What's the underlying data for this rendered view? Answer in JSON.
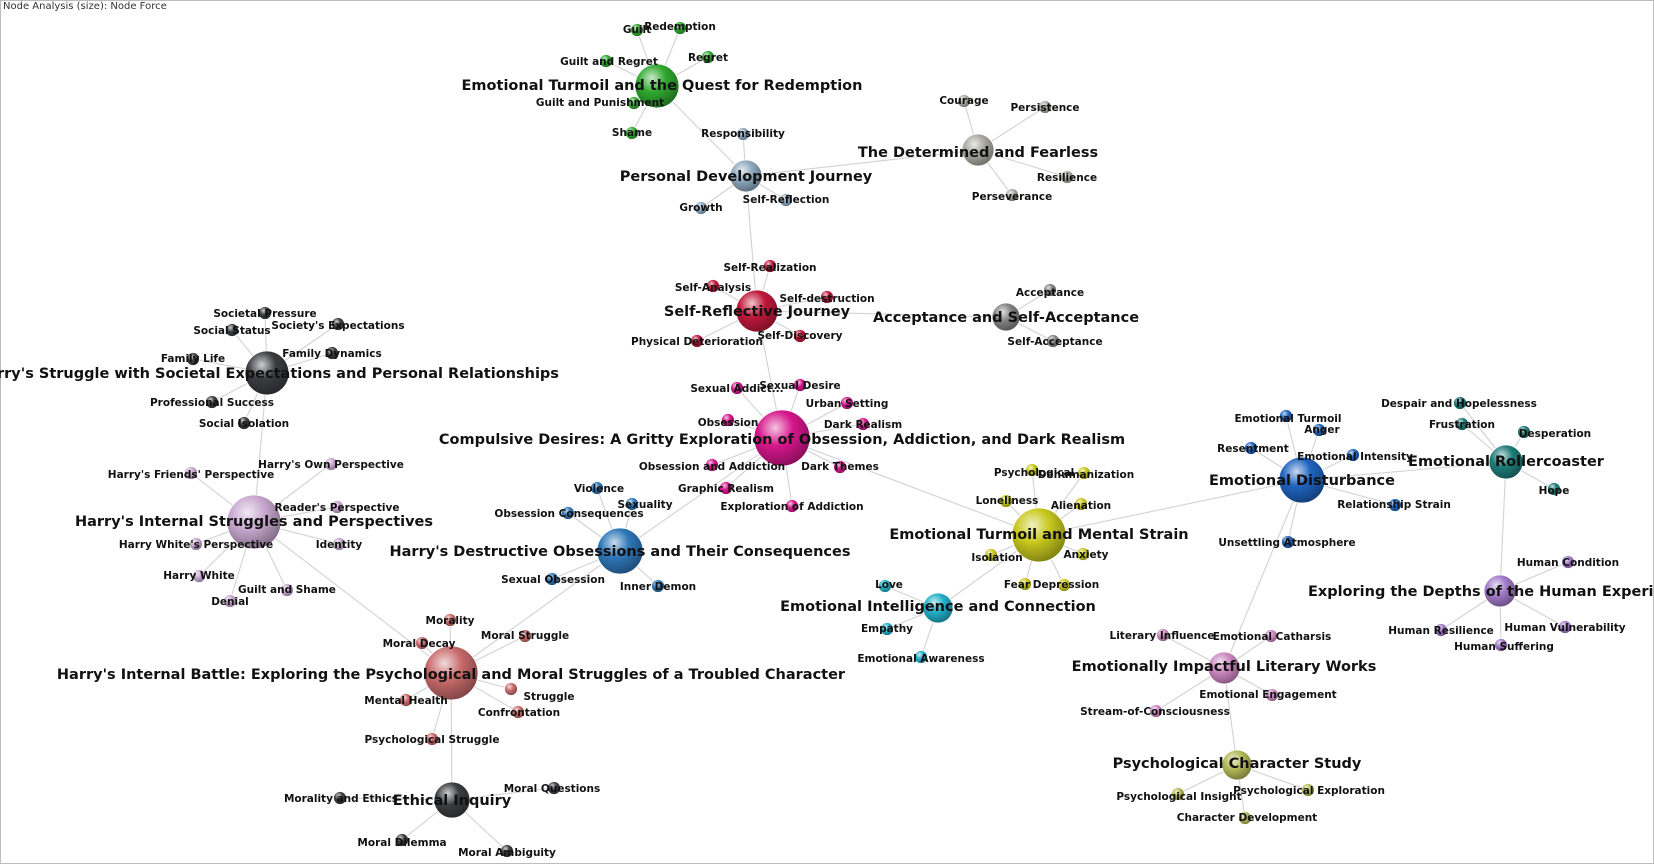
{
  "window": {
    "title": "Node Analysis (size): Node Force"
  },
  "colors": {
    "green": "#2fa82f",
    "slate": "#8fa9bf",
    "grey": "#aaaaa2",
    "crimson": "#c0183a",
    "darkgrey": "#838383",
    "magenta": "#d6168c",
    "charcoal": "#3b3d40",
    "lilac": "#c8a8cf",
    "blue": "#2f77b8",
    "rose": "#c86a6a",
    "yellow": "#c8c81e",
    "cyan": "#22b0c8",
    "royal": "#1e63bf",
    "teal": "#1e7c78",
    "purple": "#a27ac8",
    "pink": "#cc88c0",
    "olive": "#b4ba58",
    "edge": "#d2d2d2"
  },
  "hubs": [
    {
      "label": "Emotional Turmoil and the Quest for Redemption",
      "color": "green"
    },
    {
      "label": "Personal Development Journey",
      "color": "slate"
    },
    {
      "label": "The Determined and Fearless",
      "color": "grey"
    },
    {
      "label": "Self-Reflective Journey",
      "color": "crimson"
    },
    {
      "label": "Acceptance and Self-Acceptance",
      "color": "darkgrey"
    },
    {
      "label": "Compulsive Desires: A Gritty Exploration of Obsession, Addiction, and Dark Realism",
      "color": "magenta"
    },
    {
      "label": "Harry's Struggle with Societal Expectations and Personal Relationships",
      "color": "charcoal"
    },
    {
      "label": "Harry's Internal Struggles and Perspectives",
      "color": "lilac"
    },
    {
      "label": "Harry's Destructive Obsessions and Their Consequences",
      "color": "blue"
    },
    {
      "label": "Harry's Internal Battle: Exploring the Psychological and Moral Struggles of a Troubled Character",
      "color": "rose"
    },
    {
      "label": "Ethical Inquiry",
      "color": "charcoal"
    },
    {
      "label": "Emotional Turmoil and Mental Strain",
      "color": "yellow"
    },
    {
      "label": "Emotional Intelligence and Connection",
      "color": "cyan"
    },
    {
      "label": "Emotional Disturbance",
      "color": "royal"
    },
    {
      "label": "Emotional Rollercoaster",
      "color": "teal"
    },
    {
      "label": "Exploring the Depths of the Human Experience",
      "color": "purple"
    },
    {
      "label": "Emotionally Impactful Literary Works",
      "color": "pink"
    },
    {
      "label": "Psychological Character Study",
      "color": "olive"
    }
  ],
  "leaves": [
    {
      "label": "Guilt",
      "hub": 0
    },
    {
      "label": "Redemption",
      "hub": 0
    },
    {
      "label": "Guilt and Regret",
      "hub": 0
    },
    {
      "label": "Regret",
      "hub": 0
    },
    {
      "label": "Guilt and Punishment",
      "hub": 0
    },
    {
      "label": "Shame",
      "hub": 0
    },
    {
      "label": "Responsibility",
      "hub": 1
    },
    {
      "label": "Growth",
      "hub": 1
    },
    {
      "label": "Self-Reflection",
      "hub": 1
    },
    {
      "label": "Courage",
      "hub": 2
    },
    {
      "label": "Persistence",
      "hub": 2
    },
    {
      "label": "Resilience",
      "hub": 2
    },
    {
      "label": "Perseverance",
      "hub": 2
    },
    {
      "label": "Self-Realization",
      "hub": 3
    },
    {
      "label": "Self-Analysis",
      "hub": 3
    },
    {
      "label": "Self-destruction",
      "hub": 3
    },
    {
      "label": "Physical Deterioration",
      "hub": 3
    },
    {
      "label": "Self-Discovery",
      "hub": 3
    },
    {
      "label": "Acceptance",
      "hub": 4
    },
    {
      "label": "Self-Acceptance",
      "hub": 4
    },
    {
      "label": "Sexual Addict...",
      "hub": 5
    },
    {
      "label": "Sexual Desire",
      "hub": 5
    },
    {
      "label": "Urban Setting",
      "hub": 5
    },
    {
      "label": "Obsession",
      "hub": 5
    },
    {
      "label": "Dark Realism",
      "hub": 5
    },
    {
      "label": "Obsession and Addiction",
      "hub": 5
    },
    {
      "label": "Dark Themes",
      "hub": 5
    },
    {
      "label": "Graphic Realism",
      "hub": 5
    },
    {
      "label": "Exploration of Addiction",
      "hub": 5
    },
    {
      "label": "Societal Pressure",
      "hub": 6
    },
    {
      "label": "Society's Expectations",
      "hub": 6
    },
    {
      "label": "Social Status",
      "hub": 6
    },
    {
      "label": "Family Life",
      "hub": 6
    },
    {
      "label": "Family Dynamics",
      "hub": 6
    },
    {
      "label": "Professional Success",
      "hub": 6
    },
    {
      "label": "Social Isolation",
      "hub": 6
    },
    {
      "label": "Harry's Own Perspective",
      "hub": 7
    },
    {
      "label": "Harry's Friends' Perspective",
      "hub": 7
    },
    {
      "label": "Reader's Perspective",
      "hub": 7
    },
    {
      "label": "Harry White's Perspective",
      "hub": 7
    },
    {
      "label": "Identity",
      "hub": 7
    },
    {
      "label": "Harry White",
      "hub": 7
    },
    {
      "label": "Guilt and Shame",
      "hub": 7
    },
    {
      "label": "Denial",
      "hub": 7
    },
    {
      "label": "Violence",
      "hub": 8
    },
    {
      "label": "Sexuality",
      "hub": 8
    },
    {
      "label": "Obsession Consequences",
      "hub": 8
    },
    {
      "label": "Sexual Obsession",
      "hub": 8
    },
    {
      "label": "Inner Demon",
      "hub": 8
    },
    {
      "label": "Morality",
      "hub": 9
    },
    {
      "label": "Moral Decay",
      "hub": 9
    },
    {
      "label": "Moral Struggle",
      "hub": 9
    },
    {
      "label": "Mental Health",
      "hub": 9
    },
    {
      "label": "Struggle",
      "hub": 9
    },
    {
      "label": "Confrontation",
      "hub": 9
    },
    {
      "label": "Psychological Struggle",
      "hub": 9
    },
    {
      "label": "Morality and Ethics",
      "hub": 10
    },
    {
      "label": "Moral Questions",
      "hub": 10
    },
    {
      "label": "Moral Dilemma",
      "hub": 10
    },
    {
      "label": "Moral Ambiguity",
      "hub": 10
    },
    {
      "label": "Psychological",
      "hub": 11
    },
    {
      "label": "Dehumanization",
      "hub": 11
    },
    {
      "label": "Loneliness",
      "hub": 11
    },
    {
      "label": "Alienation",
      "hub": 11
    },
    {
      "label": "Isolation",
      "hub": 11
    },
    {
      "label": "Anxiety",
      "hub": 11
    },
    {
      "label": "Fear",
      "hub": 11
    },
    {
      "label": "Depression",
      "hub": 11
    },
    {
      "label": "Love",
      "hub": 12
    },
    {
      "label": "Empathy",
      "hub": 12
    },
    {
      "label": "Emotional Awareness",
      "hub": 12
    },
    {
      "label": "Emotional Turmoil",
      "hub": 13
    },
    {
      "label": "Anger",
      "hub": 13
    },
    {
      "label": "Resentment",
      "hub": 13
    },
    {
      "label": "Emotional Intensity",
      "hub": 13
    },
    {
      "label": "Relationship Strain",
      "hub": 13
    },
    {
      "label": "Unsettling Atmosphere",
      "hub": 13
    },
    {
      "label": "Despair and Hopelessness",
      "hub": 14
    },
    {
      "label": "Frustration",
      "hub": 14
    },
    {
      "label": "Desperation",
      "hub": 14
    },
    {
      "label": "Hope",
      "hub": 14
    },
    {
      "label": "Human Condition",
      "hub": 15
    },
    {
      "label": "Human Resilience",
      "hub": 15
    },
    {
      "label": "Human Vulnerability",
      "hub": 15
    },
    {
      "label": "Human Suffering",
      "hub": 15
    },
    {
      "label": "Literary Influence",
      "hub": 16
    },
    {
      "label": "Emotional Catharsis",
      "hub": 16
    },
    {
      "label": "Emotional Engagement",
      "hub": 16
    },
    {
      "label": "Stream-of-Consciousness",
      "hub": 16
    },
    {
      "label": "Psychological Insight",
      "hub": 17
    },
    {
      "label": "Psychological Exploration",
      "hub": 17
    },
    {
      "label": "Character Development",
      "hub": 17
    }
  ],
  "hub_links": [
    [
      0,
      1
    ],
    [
      1,
      2
    ],
    [
      1,
      3
    ],
    [
      3,
      4
    ],
    [
      3,
      5
    ],
    [
      5,
      8
    ],
    [
      5,
      11
    ],
    [
      8,
      9
    ],
    [
      7,
      9
    ],
    [
      6,
      7
    ],
    [
      9,
      10
    ],
    [
      11,
      12
    ],
    [
      11,
      13
    ],
    [
      13,
      14
    ],
    [
      13,
      16
    ],
    [
      14,
      15
    ],
    [
      16,
      17
    ]
  ]
}
